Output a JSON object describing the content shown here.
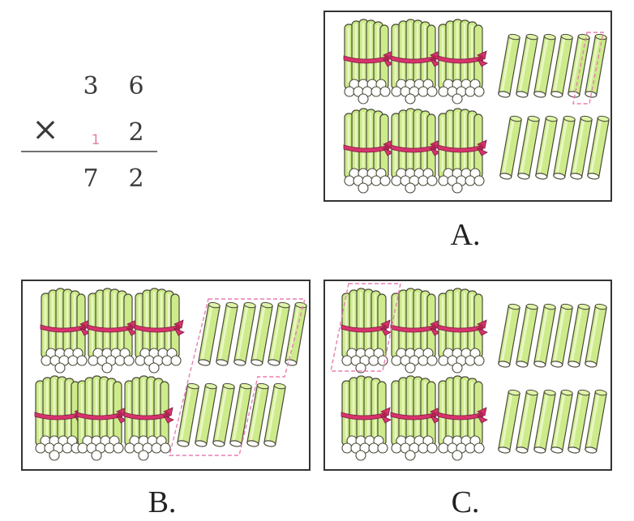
{
  "multiplication": {
    "multiplicand": [
      "3",
      "6"
    ],
    "operator": "×",
    "multiplier": "2",
    "carry": "1",
    "product": [
      "7",
      "2"
    ]
  },
  "options": [
    {
      "label": "A."
    },
    {
      "label": "B."
    },
    {
      "label": "C."
    }
  ],
  "colors": {
    "stick_fill": "#cdeb8b",
    "stick_stroke": "#4a4a3a",
    "ribbon": "#d6336c",
    "highlight_dash": "#e87fb0",
    "box_border": "#333333"
  }
}
